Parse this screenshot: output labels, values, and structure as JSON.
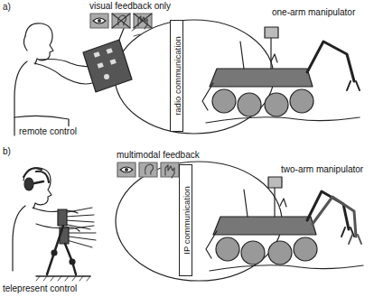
{
  "diagram": {
    "nodes": [
      {
        "text": [
          "radio communication"
        ]
      },
      {
        "text": [
          "IP communication"
        ]
      }
    ],
    "labels": [
      "a)",
      "visual feedback only",
      "one-arm manipulator",
      "remote control",
      "b)",
      "multimodal feedback",
      "two-arm manipulator",
      "telepresent control"
    ]
  }
}
